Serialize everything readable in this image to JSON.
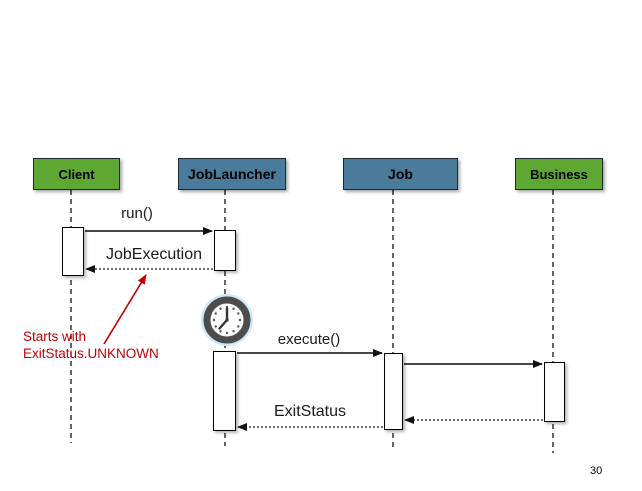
{
  "page": {
    "number": "30"
  },
  "colors": {
    "actor_green": "#5fa733",
    "actor_blue": "#4a7b9b",
    "annotation_red": "#c00000",
    "line": "#333333",
    "background": "#ffffff"
  },
  "participants": [
    {
      "label": "Client"
    },
    {
      "label": "JobLauncher"
    },
    {
      "label": "Job"
    },
    {
      "label": "Business"
    }
  ],
  "messages": {
    "run": "run()",
    "job_execution": "JobExecution",
    "execute": "execute()",
    "exit_status": "ExitStatus"
  },
  "annotation": {
    "line1": "Starts with",
    "line2": "ExitStatus.UNKNOWN"
  },
  "icons": {
    "clock": "analog-clock"
  }
}
